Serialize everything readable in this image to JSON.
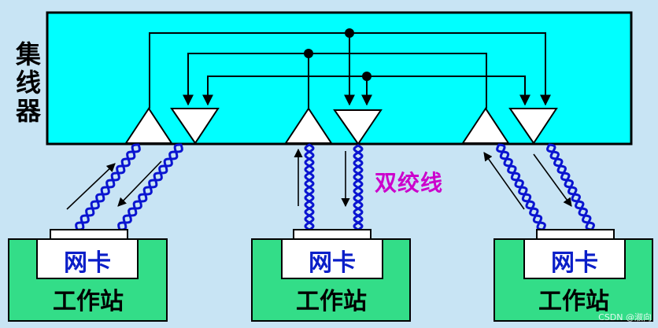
{
  "hub": {
    "label_chars": [
      "集",
      "线",
      "器"
    ]
  },
  "cable_label": "双绞线",
  "stations": [
    {
      "nic_label": "网卡",
      "station_label": "工作站"
    },
    {
      "nic_label": "网卡",
      "station_label": "工作站"
    },
    {
      "nic_label": "网卡",
      "station_label": "工作站"
    }
  ],
  "watermark": "CSDN @淑向",
  "colors": {
    "background": "#c8e4f4",
    "hub_fill": "#00ffff",
    "station_fill": "#33dd88",
    "nic_text": "#0a1ec8",
    "cable": "#0a14d0",
    "cable_label": "#cc00cc"
  }
}
